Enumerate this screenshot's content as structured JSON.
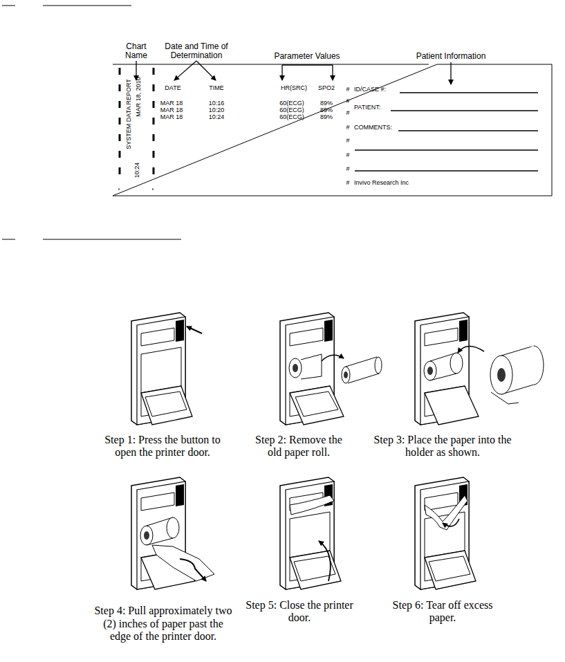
{
  "diagram": {
    "nodes": [
      {
        "text": [
          "SYSTEM DATA REPORT",
          "MAR 18, 2010",
          "10:24",
          "DATE",
          "TIME",
          "HR(SRC)",
          "SPO2",
          "MAR 18",
          "10:16",
          "60(ECG)",
          "89%",
          "MAR 18",
          "10:20",
          "60(ECG)",
          "89%",
          "MAR 18",
          "10:24",
          "60(ECG)",
          "89%",
          "#",
          "ID/CASE #:",
          "#",
          "PATIENT:",
          "#",
          "#",
          "COMMENTS:",
          "#",
          "#",
          "#",
          "#",
          "Invivo Research Inc"
        ]
      }
    ],
    "labels": [
      "Chart Name",
      "Date and Time of Determination",
      "Parameter Values",
      "Patient Information",
      "Step 1:  Press the button to open the printer door.",
      "Step 2: Remove the old paper roll.",
      "Step 3: Place the paper into the holder as shown.",
      "Step 4: Pull approximately two (2) inches of paper past the edge of the printer door.",
      "Step 5: Close the printer door.",
      "Step 6: Tear off excess paper."
    ]
  }
}
